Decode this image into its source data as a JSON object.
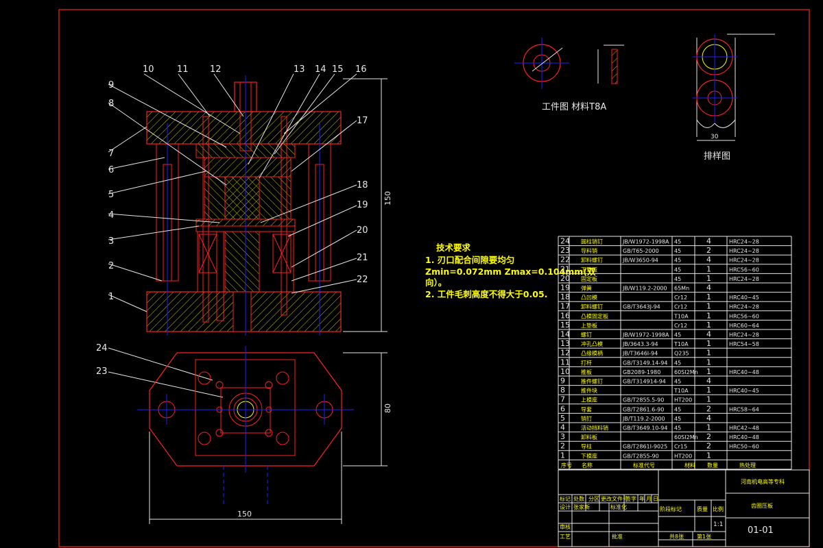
{
  "part_numbers": [
    "1",
    "2",
    "3",
    "4",
    "5",
    "6",
    "7",
    "8",
    "9",
    "10",
    "11",
    "12",
    "13",
    "14",
    "15",
    "16",
    "17",
    "18",
    "19",
    "20",
    "21",
    "22",
    "23",
    "24"
  ],
  "dims": {
    "height": "150",
    "width_bottom": "150",
    "height_plan": "80",
    "strip_width": "30"
  },
  "captions": {
    "workpiece": "工件图  材料T8A",
    "layout": "排样图"
  },
  "tech_req": {
    "title": "技术要求",
    "line1": "1. 刃口配合间隙要均匀",
    "line2": "Zmin=0.072mm Zmax=0.104mm(双",
    "line3": "向）。",
    "line4": "2. 工件毛刺高度不得大于0.05."
  },
  "bom": [
    {
      "no": "24",
      "name": "圆柱销钉",
      "std": "JB/W1972-1998A",
      "mat": "45",
      "qty": "4",
      "note": "HRC24~28"
    },
    {
      "no": "23",
      "name": "导料销",
      "std": "GB/T65-2000",
      "mat": "45",
      "qty": "2",
      "note": "HRC24~28"
    },
    {
      "no": "22",
      "name": "卸料螺钉",
      "std": "JB/W3650-94",
      "mat": "45",
      "qty": "4",
      "note": "HRC24~28"
    },
    {
      "no": "21",
      "name": "下垫板",
      "std": "",
      "mat": "45",
      "qty": "1",
      "note": "HRC56~60"
    },
    {
      "no": "20",
      "name": "固定板",
      "std": "",
      "mat": "45",
      "qty": "1",
      "note": "HRC24~28"
    },
    {
      "no": "19",
      "name": "弹簧",
      "std": "JB/W119.2-2000",
      "mat": "65Mn",
      "qty": "4",
      "note": ""
    },
    {
      "no": "18",
      "name": "凸凹模",
      "std": "",
      "mat": "Cr12",
      "qty": "1",
      "note": "HRC40~45"
    },
    {
      "no": "17",
      "name": "卸料螺钉",
      "std": "GB/T3643J-94",
      "mat": "Cr12",
      "qty": "1",
      "note": "HRC24~28"
    },
    {
      "no": "16",
      "name": "凸模固定板",
      "std": "",
      "mat": "T10A",
      "qty": "1",
      "note": "HRC56~60"
    },
    {
      "no": "15",
      "name": "上垫板",
      "std": "",
      "mat": "Cr12",
      "qty": "1",
      "note": "HRC60~64"
    },
    {
      "no": "14",
      "name": "螺钉",
      "std": "JB/W1972-1998A",
      "mat": "45",
      "qty": "4",
      "note": "HRC24~28"
    },
    {
      "no": "13",
      "name": "冲孔凸模",
      "std": "JB/3643.3-94",
      "mat": "T10A",
      "qty": "1",
      "note": "HRC54~58"
    },
    {
      "no": "12",
      "name": "凸缘模柄",
      "std": "JB/T3646I-94",
      "mat": "Q235",
      "qty": "1",
      "note": ""
    },
    {
      "no": "11",
      "name": "打杆",
      "std": "GB/T3149.14-94",
      "mat": "45",
      "qty": "1",
      "note": ""
    },
    {
      "no": "10",
      "name": "推板",
      "std": "GB2089-1980",
      "mat": "60SI2Mn",
      "qty": "1",
      "note": "HRC40~48"
    },
    {
      "no": "9",
      "name": "推件螺钉",
      "std": "GB/T314914-94",
      "mat": "45",
      "qty": "4",
      "note": ""
    },
    {
      "no": "8",
      "name": "推件块",
      "std": "",
      "mat": "T10A",
      "qty": "1",
      "note": "HRC40~45"
    },
    {
      "no": "7",
      "name": "上模座",
      "std": "GB/T2855.5-90",
      "mat": "HT200",
      "qty": "1",
      "note": ""
    },
    {
      "no": "6",
      "name": "导套",
      "std": "GB/T2861.6-90",
      "mat": "45",
      "qty": "2",
      "note": "HRC58~64"
    },
    {
      "no": "5",
      "name": "销钉",
      "std": "JB/T119.2-2000",
      "mat": "45",
      "qty": "4",
      "note": ""
    },
    {
      "no": "4",
      "name": "活动挡料销",
      "std": "GB/T3649.10-94",
      "mat": "45",
      "qty": "1",
      "note": "HRC42~48"
    },
    {
      "no": "3",
      "name": "卸料板",
      "std": "",
      "mat": "60SI2Mn",
      "qty": "2",
      "note": "HRC40~48"
    },
    {
      "no": "2",
      "name": "导柱",
      "std": "GB/T2861I-9025",
      "mat": "Cr15",
      "qty": "2",
      "note": "HRC50~60"
    },
    {
      "no": "1",
      "name": "下模座",
      "std": "GB/T2855-90",
      "mat": "HT200",
      "qty": "1",
      "note": ""
    }
  ],
  "bom_header": {
    "no": "序号",
    "name": "名称",
    "std": "标准代号",
    "mat": "材料",
    "qty": "数量",
    "note": "热处理"
  },
  "title_block": {
    "school": "河南机电高等专科",
    "drawing_name": "齿圈压板",
    "scale": "1:1",
    "code": "01-01",
    "row1": [
      "标记",
      "处数",
      "分区",
      "更改文件号",
      "签字",
      "年",
      "月",
      "日"
    ],
    "row2": [
      "设计",
      "张家新",
      "标准化"
    ],
    "stage": "阶段标记",
    "weight": "质量",
    "ratio": "比例",
    "review": "审核",
    "process": "工艺",
    "approve": "批准",
    "sheets": "共8张",
    "sheet_no": "第1张"
  },
  "colors": {
    "frame": "#ff0000",
    "outline": "#ff2020",
    "yellow": "#ffff00",
    "blue": "#2020ff",
    "white": "#e8e8e8",
    "hatch": "#ffff00"
  }
}
